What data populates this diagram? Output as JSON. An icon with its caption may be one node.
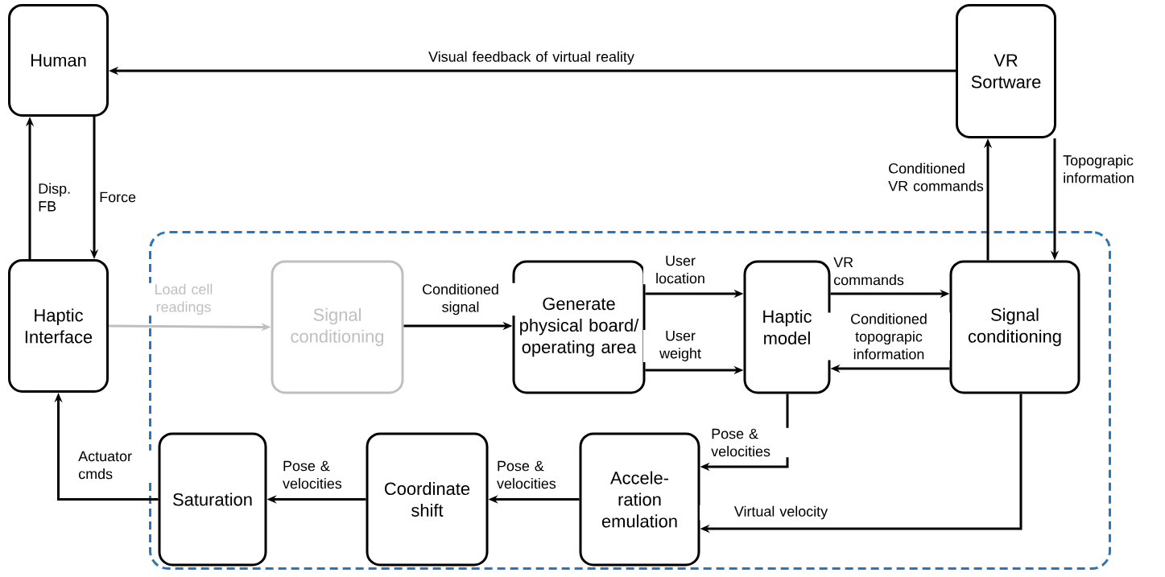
{
  "diagram": {
    "nodes": [
      {
        "text": [
          "Human"
        ]
      },
      {
        "text": [
          "VR Sortware"
        ]
      },
      {
        "text": [],
        "shape": "box"
      },
      {
        "text": [
          "Haptic Interface"
        ]
      },
      {
        "text": [
          "Signal conditioning"
        ],
        "in": 2
      },
      {
        "text": [
          "Generate physical board/ operating area"
        ],
        "in": 2
      },
      {
        "text": [
          "Haptic model"
        ],
        "in": 2
      },
      {
        "text": [
          "Signal conditioning"
        ],
        "in": 2
      },
      {
        "text": [
          "Saturation"
        ],
        "in": 2
      },
      {
        "text": [
          "Coordinate shift"
        ],
        "in": 2
      },
      {
        "text": [
          "Accele- ration emulation"
        ],
        "in": 2
      }
    ],
    "edges": [
      {
        "from": 1,
        "to": 0,
        "arrow": "to",
        "label": "Visual feedback of virtual reality"
      },
      {
        "from": 3,
        "to": 0,
        "arrow": "to",
        "label": "Disp. FB"
      },
      {
        "from": 0,
        "to": 3,
        "arrow": "to",
        "label": "Force"
      },
      {
        "from": 3,
        "to": 4,
        "arrow": "to",
        "label": "Load cell readings",
        "color": "#bfbfbf"
      },
      {
        "from": 4,
        "to": 5,
        "arrow": "to",
        "label": "Conditioned signal"
      },
      {
        "from": 5,
        "to": 6,
        "arrow": "to",
        "label": "User location"
      },
      {
        "from": 5,
        "to": 6,
        "arrow": "to",
        "label": "User weight"
      },
      {
        "from": 6,
        "to": 7,
        "arrow": "to",
        "label": "VR commands"
      },
      {
        "from": 7,
        "to": 6,
        "arrow": "to",
        "label": "Conditioned topograpic information"
      },
      {
        "from": 7,
        "to": 1,
        "arrow": "to",
        "label": "Conditioned VR commands"
      },
      {
        "from": 1,
        "to": 7,
        "arrow": "to",
        "label": "Topograpic information"
      },
      {
        "from": 6,
        "to": 10,
        "arrow": "to",
        "label": "Pose & velocities"
      },
      {
        "from": 7,
        "to": 10,
        "arrow": "to",
        "label": "Virtual velocity"
      },
      {
        "from": 10,
        "to": 9,
        "arrow": "to",
        "label": "Pose & velocities"
      },
      {
        "from": 9,
        "to": 8,
        "arrow": "to",
        "label": "Pose & velocities"
      },
      {
        "from": 8,
        "to": 3,
        "arrow": "to",
        "label": "Actuator cmds"
      }
    ]
  }
}
